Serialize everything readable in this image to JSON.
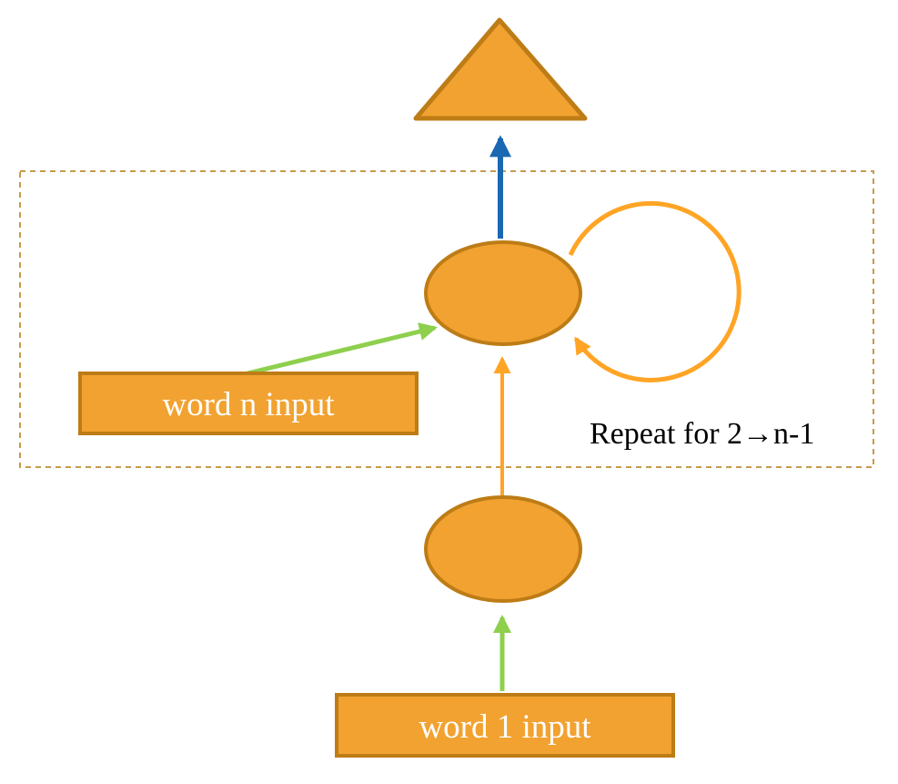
{
  "labels": {
    "word_n_input": "word n input",
    "word_1_input": "word 1 input",
    "repeat_note": "Repeat for 2→n-1"
  },
  "colors": {
    "shape_fill": "#F2A230",
    "shape_stroke": "#BD7C15",
    "loop_orange": "#FFA424",
    "arrow_blue": "#1A67B2",
    "arrow_green": "#8ECF4E",
    "dashed_border": "#C79A4B",
    "box_text": "#FFFFFF",
    "note_text": "#000000",
    "background": "#FFFFFF"
  }
}
